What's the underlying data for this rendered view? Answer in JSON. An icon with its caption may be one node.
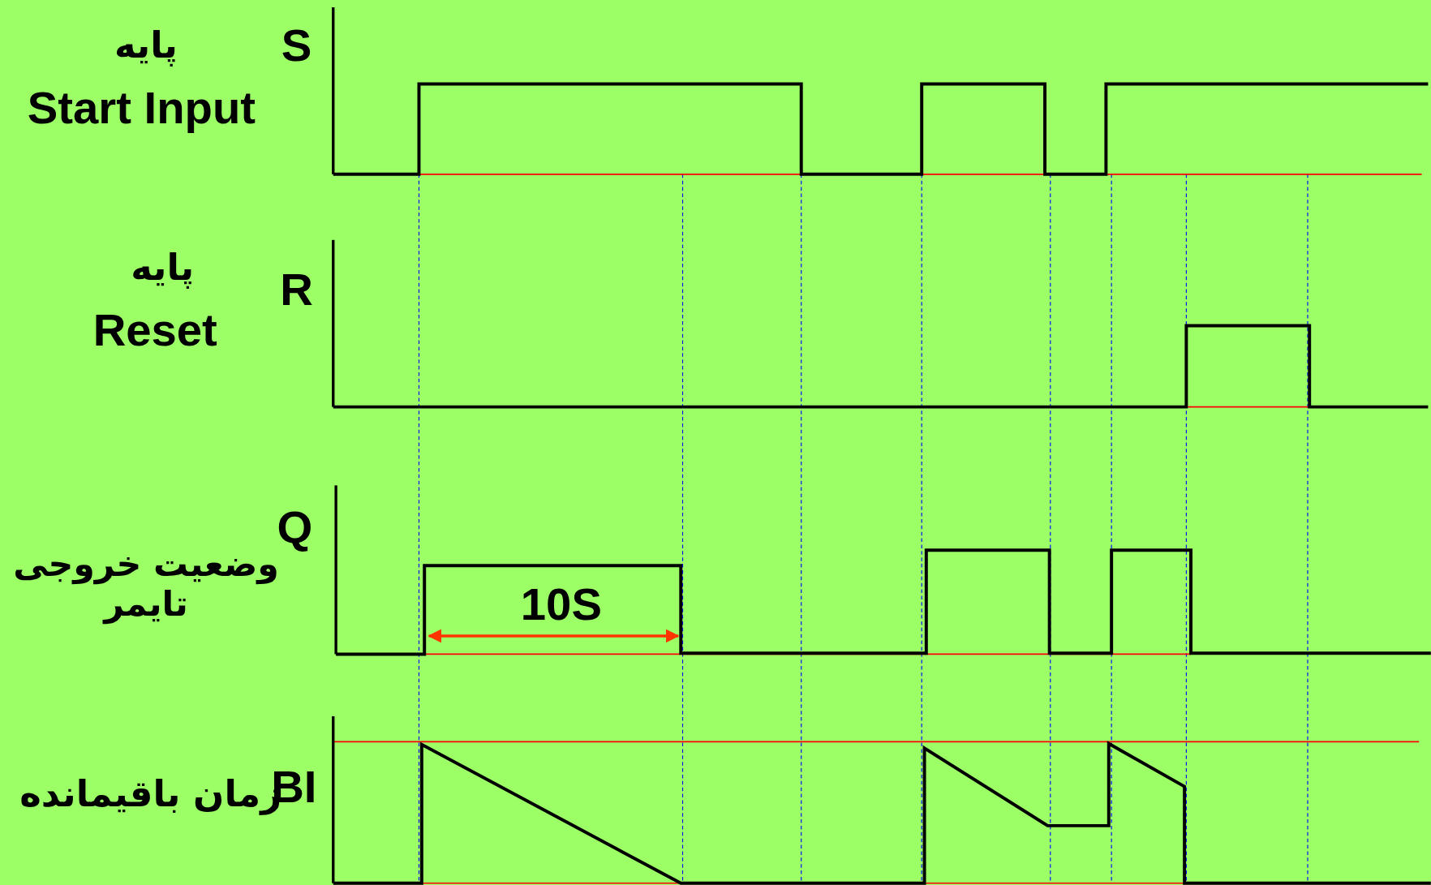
{
  "diagram": {
    "labels": [
      "پایه",
      "S",
      "Start Input",
      "پایه",
      "R",
      "Reset",
      "Q",
      "وضعیت خروجی تایمر",
      "BI",
      "زمان باقیمانده",
      "10S"
    ]
  }
}
